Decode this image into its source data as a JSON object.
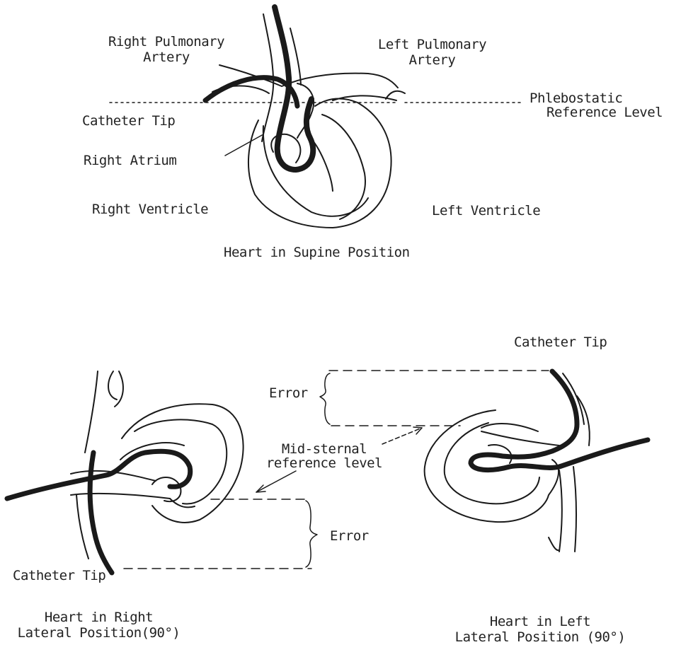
{
  "supine": {
    "right_pulmonary_artery": [
      "Right Pulmonary",
      "Artery"
    ],
    "left_pulmonary_artery": [
      "Left Pulmonary",
      "Artery"
    ],
    "phlebostatic_level": [
      "Phlebostatic",
      "Reference Level"
    ],
    "catheter_tip": "Catheter Tip",
    "right_atrium": "Right Atrium",
    "right_ventricle": "Right Ventricle",
    "left_ventricle": "Left Ventricle",
    "caption": "Heart in Supine Position"
  },
  "right_lateral": {
    "error": "Error",
    "catheter_tip": "Catheter Tip",
    "caption": [
      "Heart in Right",
      "Lateral Position(90°)"
    ]
  },
  "left_lateral": {
    "catheter_tip": "Catheter Tip",
    "error": "Error",
    "caption": [
      "Heart in Left",
      "Lateral Position (90°)"
    ]
  },
  "mid_sternal_level": [
    "Mid-sternal",
    "reference level"
  ]
}
